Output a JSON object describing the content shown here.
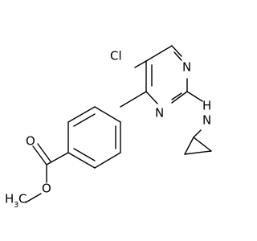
{
  "molecule": {
    "labels": {
      "chlorine": "Cl",
      "ring_nitrogen_1": "N",
      "ring_nitrogen_2": "N",
      "amine_n": "N",
      "amine_h": "H",
      "carbonyl_oxygen": "O",
      "ester_oxygen": "O",
      "methyl_c": "H",
      "methyl_subscript": "3",
      "methyl_suffix": "C"
    }
  }
}
